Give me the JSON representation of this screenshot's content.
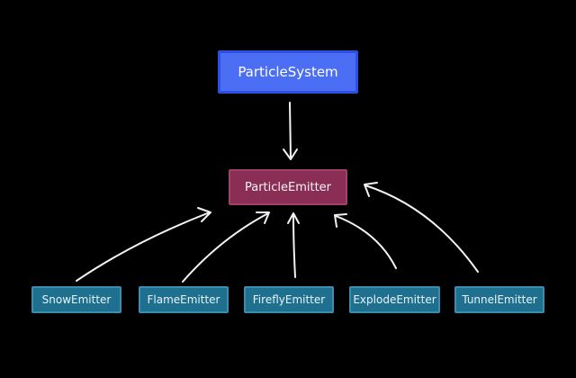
{
  "diagram": {
    "root": {
      "label": "ParticleSystem",
      "color": "#4c6ef5"
    },
    "middle": {
      "label": "ParticleEmitter",
      "color": "#8b2e55"
    },
    "leaves": [
      {
        "label": "SnowEmitter"
      },
      {
        "label": "FlameEmitter"
      },
      {
        "label": "FireflyEmitter"
      },
      {
        "label": "ExplodeEmitter"
      },
      {
        "label": "TunnelEmitter"
      }
    ],
    "leaf_color": "#1f6f8e",
    "edges": [
      {
        "from": "ParticleSystem",
        "to": "ParticleEmitter"
      },
      {
        "from": "SnowEmitter",
        "to": "ParticleEmitter"
      },
      {
        "from": "FlameEmitter",
        "to": "ParticleEmitter"
      },
      {
        "from": "FireflyEmitter",
        "to": "ParticleEmitter"
      },
      {
        "from": "ExplodeEmitter",
        "to": "ParticleEmitter"
      },
      {
        "from": "TunnelEmitter",
        "to": "ParticleEmitter"
      }
    ]
  }
}
